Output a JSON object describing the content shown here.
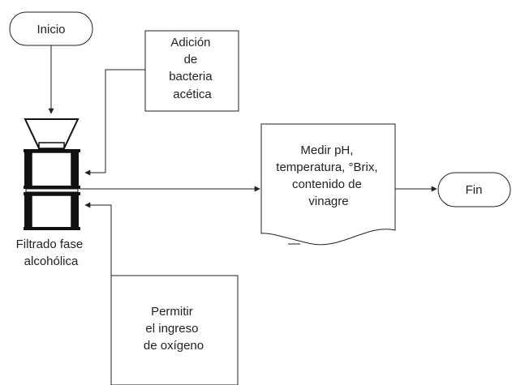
{
  "nodes": {
    "start": {
      "label": "Inicio"
    },
    "bacteria": {
      "lines": [
        "Adición",
        "de",
        "bacteria",
        "acética"
      ]
    },
    "filter": {
      "lines": [
        "Filtrado fase",
        "alcohólica"
      ]
    },
    "measure": {
      "lines": [
        "Medir pH,",
        "temperatura, °Brix,",
        "contenido de",
        "vinagre"
      ]
    },
    "end": {
      "label": "Fin"
    },
    "oxygen": {
      "lines": [
        "Permitir",
        "el ingreso",
        "de oxígeno"
      ]
    }
  },
  "colors": {
    "stroke": "#222222",
    "fill": "#ffffff",
    "equipment": "#111111"
  }
}
